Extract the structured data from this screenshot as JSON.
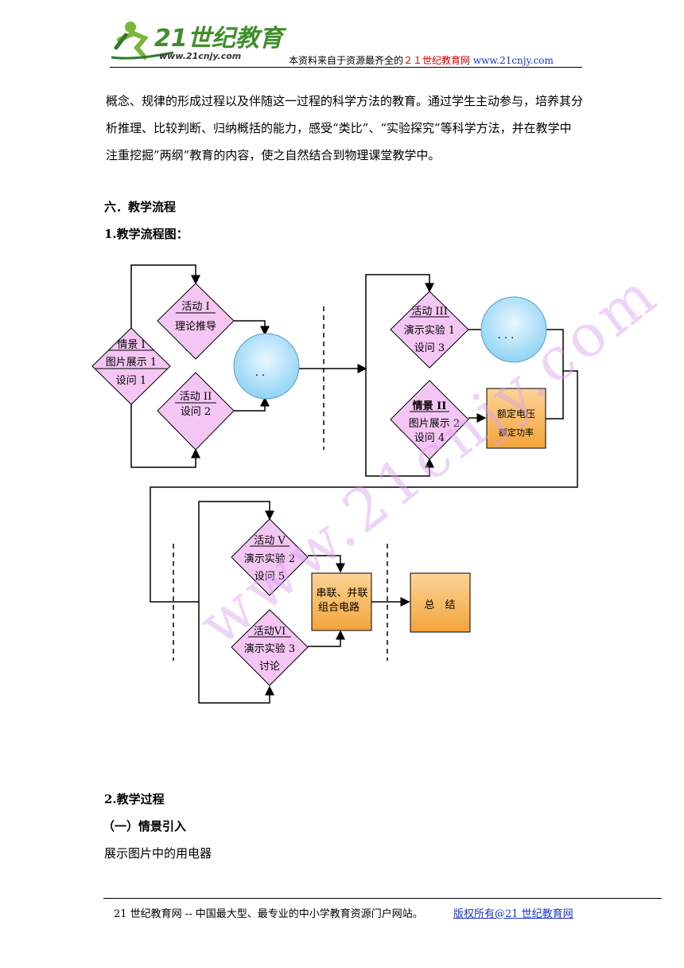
{
  "header": {
    "logo_text": "21世纪教育",
    "logo_url": "www.21cnjy.com",
    "note_prefix": "本资料来自于资源最齐全的",
    "note_site": "２１世纪教育网",
    "note_url": "www.21cnjy.com"
  },
  "intro_paragraph": "概念、规律的形成过程以及伴随这一过程的科学方法的教育。通过学生主动参与，培养其分析推理、比较判断、归纳概括的能力，感受“类比”、“实验探究”等科学方法，并在教学中注重挖掘”两纲”教育的内容，使之自然结合到物理课堂教学中。",
  "section_six_title": "六．教学流程",
  "flowchart_title": "1.教学流程图：",
  "flowchart": {
    "scene1": [
      "情景 I",
      "图片展示 1",
      "设问 1"
    ],
    "activity1": [
      "活动 I",
      "理论推导"
    ],
    "activity2": [
      "活动 II",
      "设问 2"
    ],
    "circle1": ". .",
    "activity3": [
      "活动 III",
      "演示实验 1",
      "设问 3"
    ],
    "circle2": ". . .",
    "scene2": [
      "情景 II",
      "图片展示 2",
      "设问 4"
    ],
    "box_rated": [
      "额定电压",
      "额定功率"
    ],
    "activity5": [
      "活动 V",
      "演示实验 2",
      "设问 5"
    ],
    "activity6": [
      "活动VI",
      "演示实验 3",
      "讨论"
    ],
    "box_circuit": [
      "串联、并联",
      "组合电路"
    ],
    "box_summary": "总　结"
  },
  "process_title": "2.教学过程",
  "subsection_title": "（一）情景引入",
  "body_line": "展示图片中的用电器",
  "footer": {
    "left": "21 世纪教育网 -- 中国最大型、最专业的中小学教育资源门户网站。",
    "right": "版权所有@21 世纪教育网"
  },
  "watermark": "www.21cnjy.com",
  "colors": {
    "diamond_fill": "#f4c6f4",
    "circle_fill": "#aee2f8",
    "box_fill": "#f7b451",
    "link_blue": "#1a33cc",
    "accent_red": "#cc0000"
  }
}
